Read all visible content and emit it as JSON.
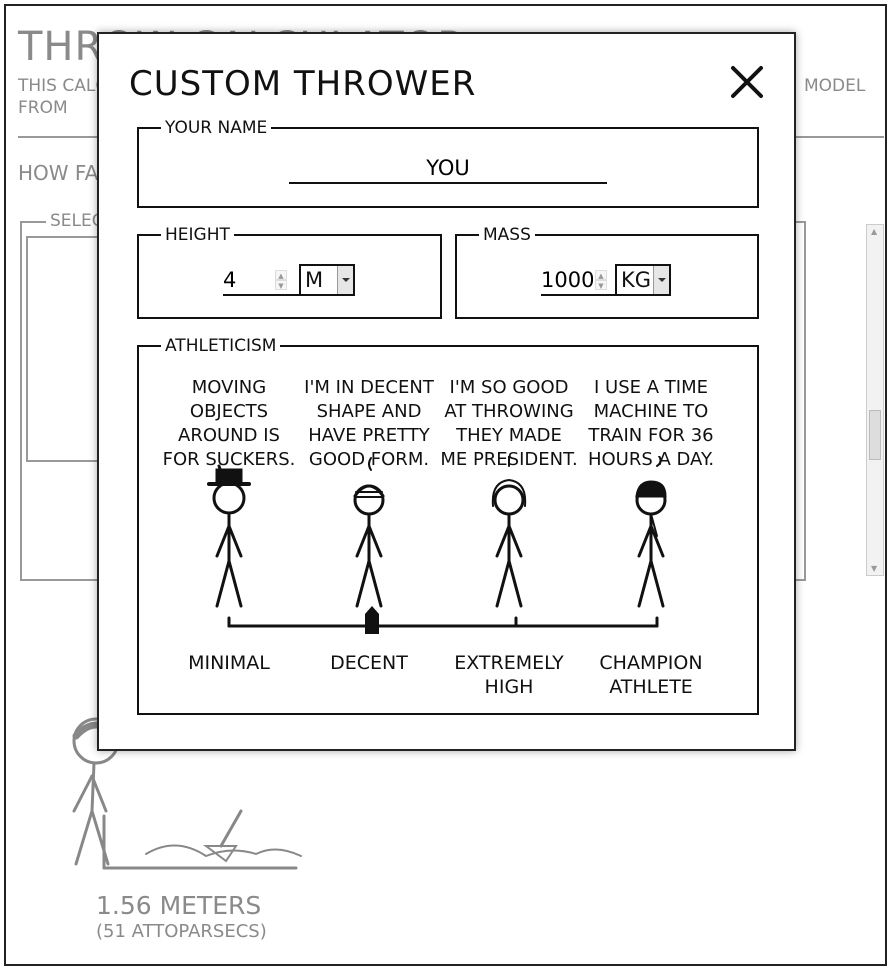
{
  "background": {
    "title": "THROW CALCULATOR",
    "subtitle_line1": "THIS CALC",
    "subtitle_line2": "FROM",
    "subtitle_right": "MODEL",
    "how_far": "HOW FA",
    "select_label": "SELEC",
    "distance": "1.56 METERS",
    "distance_alt": "(51 ATTOPARSECS)"
  },
  "modal": {
    "title": "CUSTOM THROWER",
    "close_icon": "close-x-icon",
    "name": {
      "legend": "YOUR NAME",
      "value": "YOU"
    },
    "height": {
      "legend": "HEIGHT",
      "value": "4",
      "unit": "M"
    },
    "mass": {
      "legend": "MASS",
      "value": "1000",
      "unit": "KG"
    },
    "athleticism": {
      "legend": "ATHLETICISM",
      "selected_index": 1,
      "options": [
        {
          "quote": "MOVING\nOBJECTS\nAROUND IS\nFOR SUCKERS.",
          "label": "MINIMAL",
          "figure": "top-hat-stick-figure"
        },
        {
          "quote": "I'M IN DECENT\nSHAPE AND\nHAVE PRETTY\nGOOD FORM.",
          "label": "DECENT",
          "figure": "beanie-stick-figure"
        },
        {
          "quote": "I'M SO GOOD\nAT THROWING\nTHEY MADE\nME PRESIDENT.",
          "label": "EXTREMELY\nHIGH",
          "figure": "wig-stick-figure"
        },
        {
          "quote": "I USE A TIME\nMACHINE TO\nTRAIN FOR 36\nHOURS A DAY.",
          "label": "CHAMPION\nATHLETE",
          "figure": "helmet-stick-figure"
        }
      ]
    }
  }
}
